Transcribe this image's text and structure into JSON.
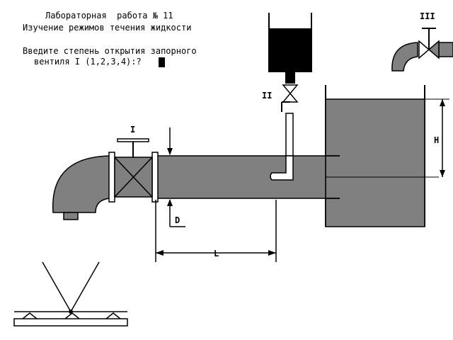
{
  "screen": {
    "title_line1": "Лабораторная  работа № 11",
    "title_line2": "Изучение режимов течения жидкости",
    "prompt_line1": "Введите степень открытия запорного",
    "prompt_line2": "вентиля I (1,2,3,4):?"
  },
  "labels": {
    "valve_main": "I",
    "valve_top": "II",
    "valve_right": "III",
    "height": "H",
    "diameter": "D",
    "length": "L"
  },
  "colors": {
    "background": "#ffffff",
    "fluid_gray": "#808080",
    "ink_black": "#000000"
  }
}
